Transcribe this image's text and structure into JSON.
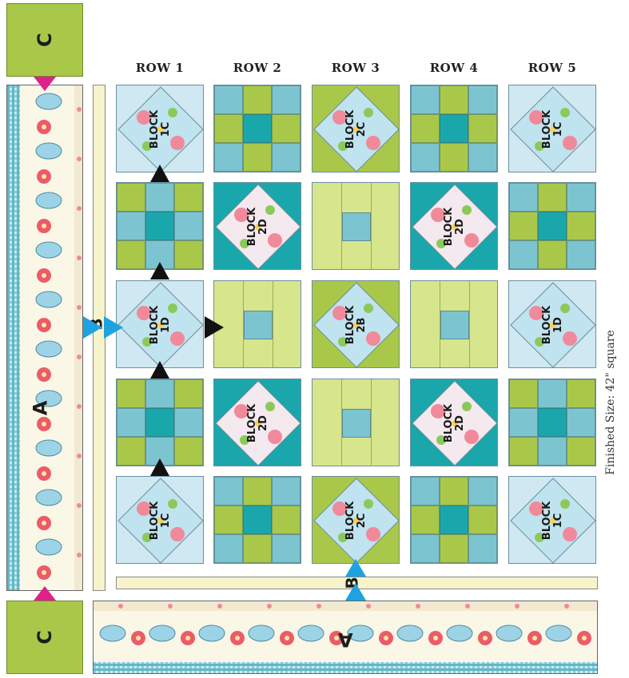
{
  "row_headers": [
    "ROW 1",
    "ROW 2",
    "ROW 3",
    "ROW 4",
    "ROW 5"
  ],
  "labels": {
    "corner": "C",
    "border_a": "A",
    "sashing_b": "B"
  },
  "finished_size": "Finished Size: 42\" square",
  "colors": {
    "green": "#a9c84a",
    "teal": "#7cc5d0",
    "dark_teal": "#1aa7ac",
    "light_green": "#d7e58c",
    "light_blue": "#cfe8f1",
    "arrow_magenta": "#e0218a",
    "arrow_blue": "#1ea3e0",
    "arrow_black": "#111111"
  },
  "grid": [
    [
      {
        "type": "label",
        "text": "BLOCK\n1C"
      },
      {
        "type": "ninepatch_a"
      },
      {
        "type": "label",
        "text": "BLOCK\n2C"
      },
      {
        "type": "ninepatch_a"
      },
      {
        "type": "label",
        "text": "BLOCK\n1C"
      }
    ],
    [
      {
        "type": "ninepatch_b"
      },
      {
        "type": "label",
        "text": "BLOCK\n2D"
      },
      {
        "type": "rail"
      },
      {
        "type": "label",
        "text": "BLOCK\n2D"
      },
      {
        "type": "ninepatch_a"
      }
    ],
    [
      {
        "type": "label",
        "text": "BLOCK\n1D"
      },
      {
        "type": "rail"
      },
      {
        "type": "label",
        "text": "BLOCK\n2B"
      },
      {
        "type": "rail"
      },
      {
        "type": "label",
        "text": "BLOCK\n1D"
      }
    ],
    [
      {
        "type": "ninepatch_b"
      },
      {
        "type": "label",
        "text": "BLOCK\n2D"
      },
      {
        "type": "rail"
      },
      {
        "type": "label",
        "text": "BLOCK\n2D"
      },
      {
        "type": "ninepatch_b"
      }
    ],
    [
      {
        "type": "label",
        "text": "BLOCK\n1C"
      },
      {
        "type": "ninepatch_a"
      },
      {
        "type": "label",
        "text": "BLOCK\n2C"
      },
      {
        "type": "ninepatch_a"
      },
      {
        "type": "label",
        "text": "BLOCK\n1C"
      }
    ]
  ]
}
